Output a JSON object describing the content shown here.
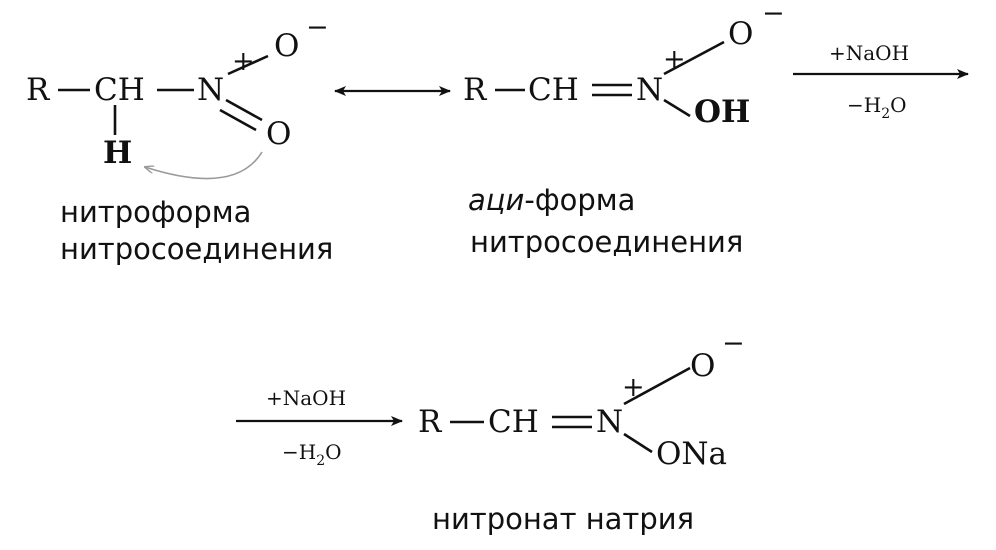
{
  "structures": {
    "nitro_form": {
      "r": "R",
      "ch": "CH",
      "n": "N",
      "plus": "+",
      "o_minus": "O",
      "minus": "−",
      "o": "O",
      "h": "H"
    },
    "aci_form": {
      "r": "R",
      "ch": "CH",
      "n": "N",
      "plus": "+",
      "o_minus": "O",
      "minus": "−",
      "oh": "OH"
    },
    "nitronate": {
      "r": "R",
      "ch": "CH",
      "n": "N",
      "plus": "+",
      "o_minus": "O",
      "minus": "−",
      "ona": "ONa"
    }
  },
  "arrow_conditions": {
    "first": {
      "top": "+NaOH",
      "bottom_prefix": "−H",
      "bottom_sub": "2",
      "bottom_suffix": "O"
    },
    "second": {
      "top": "+NaOH",
      "bottom_prefix": "−H",
      "bottom_sub": "2",
      "bottom_suffix": "O"
    }
  },
  "captions": {
    "nitro_line1": "нитроформа",
    "nitro_line2": "нитросоединения",
    "aci_prefix": "аци",
    "aci_suffix": "-форма",
    "aci_line2": "нитросоединения",
    "nitronate": "нитронат натрия"
  },
  "colors": {
    "ink": "#111111",
    "curved_arrow": "#9a9a9a",
    "background": "#ffffff"
  }
}
